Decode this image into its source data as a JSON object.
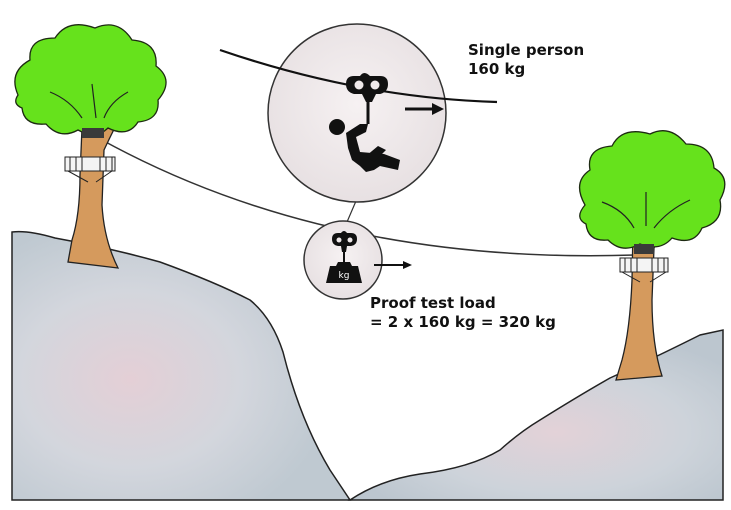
{
  "labels": {
    "single_person": {
      "line1": "Single person",
      "line2": "160 kg"
    },
    "proof_test": {
      "line1": "Proof test load",
      "line2": "= 2 x 160 kg = 320 kg"
    },
    "weight_text": "kg"
  },
  "colors": {
    "foliage": "#66e21c",
    "foliage_outline": "#1d2a12",
    "trunk": "#d59a5d",
    "terrain": "#c6cfd6",
    "terrain_shadow": "#e2ccd3",
    "outline": "#222222",
    "bubble_fill": "#efe9ea",
    "icon": "#111111"
  },
  "icons": [
    "zipline-trolley-icon",
    "climber-icon",
    "arrow-right-icon",
    "test-weight-icon"
  ]
}
